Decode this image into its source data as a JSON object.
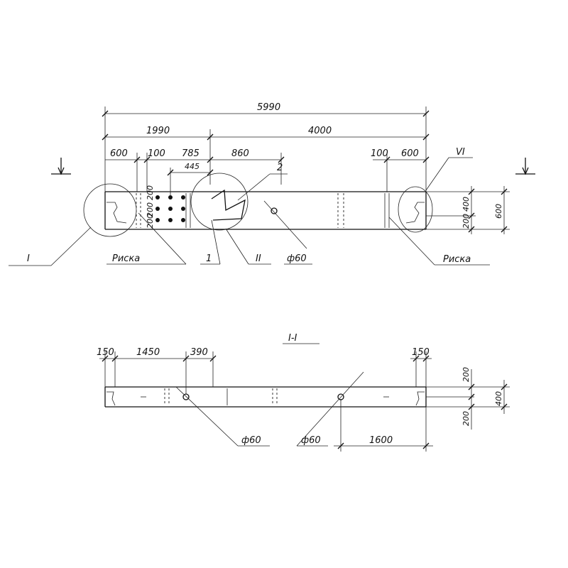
{
  "plan": {
    "dims": {
      "overall": "5990",
      "left_part": "1990",
      "right_part": "4000",
      "end_left": "600",
      "d100_left": "100",
      "d785": "785",
      "d445": "445",
      "d860": "860",
      "d100_right": "100",
      "end_right": "600",
      "v200_a": "200",
      "v200_b": "200",
      "v200_c": "200",
      "v400_right": "400",
      "v200_right": "200",
      "v600_right": "600"
    },
    "labels": {
      "callout_1": "I",
      "callout_6": "VI",
      "callout_2": "II",
      "mark_left": "Риска",
      "mark_right": "Риска",
      "pos_1": "1",
      "pos_2": "2",
      "hole": "ф60"
    }
  },
  "section": {
    "title": "I-I",
    "dims": {
      "d150_left": "150",
      "d1450": "1450",
      "d390": "390",
      "d150_right": "150",
      "d1600": "1600",
      "v200_top": "200",
      "v200_bot": "200",
      "v400": "400"
    },
    "labels": {
      "hole_left": "ф60",
      "hole_right": "ф60"
    }
  },
  "colors": {
    "ink": "#111111",
    "paper": "#ffffff"
  }
}
